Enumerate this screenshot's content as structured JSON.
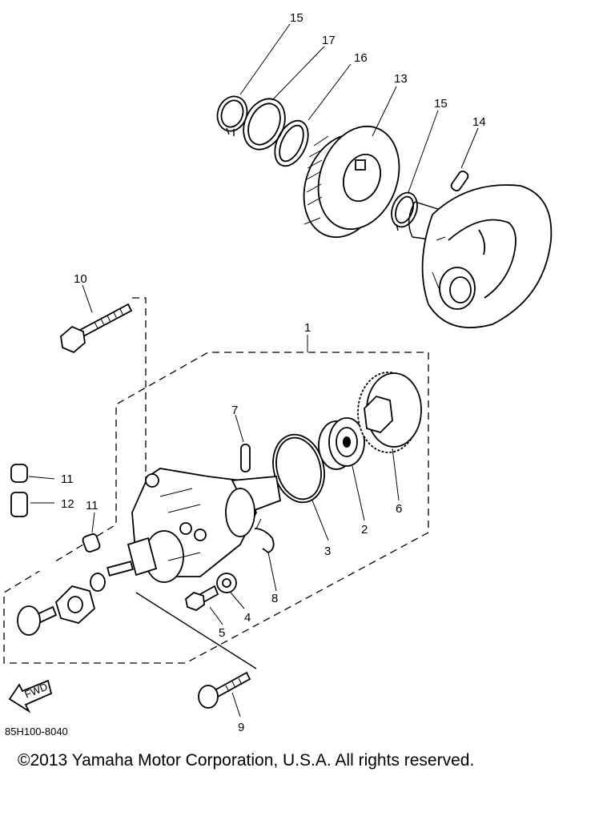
{
  "diagram_code": "85H100-8040",
  "copyright": "©2013 Yamaha Motor Corporation, U.S.A. All rights reserved.",
  "fwd_label": "FWD",
  "callouts": {
    "c1": "1",
    "c2": "2",
    "c3": "3",
    "c4": "4",
    "c5": "5",
    "c6": "6",
    "c7": "7",
    "c8": "8",
    "c9": "9",
    "c10": "10",
    "c11a": "11",
    "c11b": "11",
    "c12": "12",
    "c13": "13",
    "c14": "14",
    "c15a": "15",
    "c15b": "15",
    "c16": "16",
    "c17": "17"
  }
}
